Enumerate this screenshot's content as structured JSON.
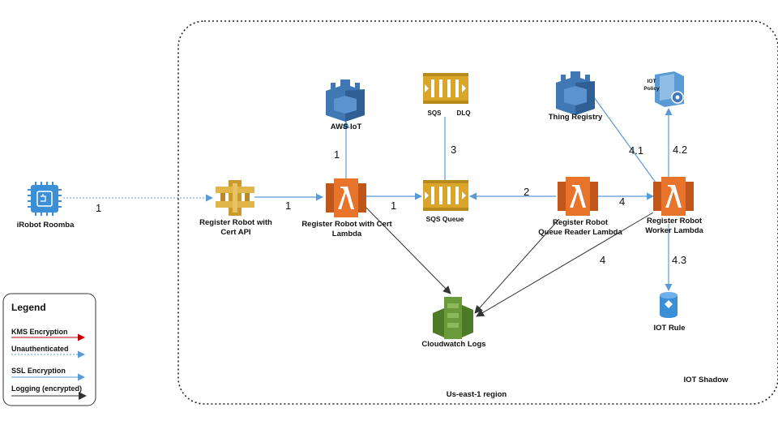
{
  "region": {
    "label": "Us-east-1 region",
    "shadow_label": "IOT Shadow"
  },
  "nodes": {
    "roomba": {
      "label": "iRobot Roomba",
      "icon": "chip-icon"
    },
    "api": {
      "label_line1": "Register Robot with",
      "label_line2": "Cert API",
      "icon": "api-gateway-icon"
    },
    "reg_lambda": {
      "label_line1": "Register Robot with Cert",
      "label_line2": "Lambda",
      "icon": "lambda-icon"
    },
    "aws_iot": {
      "label": "AWS IoT",
      "icon": "aws-iot-icon"
    },
    "sqs_top": {
      "label_left": "SQS",
      "label_right": "DLQ",
      "icon": "sqs-icon"
    },
    "sqs_queue": {
      "label": "SQS Queue",
      "icon": "sqs-icon"
    },
    "queue_reader": {
      "label_line1": "Register Robot",
      "label_line2": "Queue Reader Lambda",
      "icon": "lambda-icon"
    },
    "thing_registry": {
      "label": "Thing Registry",
      "icon": "thing-registry-icon"
    },
    "iot_policy": {
      "label_line1": "IOT",
      "label_line2": "Policy",
      "icon": "iot-policy-icon"
    },
    "worker": {
      "label_line1": "Register Robot",
      "label_line2": "Worker Lambda",
      "icon": "lambda-icon"
    },
    "iot_rule": {
      "label": "IOT Rule",
      "icon": "iot-rule-icon"
    },
    "cloudwatch": {
      "label": "Cloudwatch Logs",
      "icon": "cloudwatch-icon"
    }
  },
  "edge_labels": {
    "roomba_api": "1",
    "api_lambda": "1",
    "lambda_iot": "1",
    "lambda_sqs": "1",
    "sqs_dlq": "3",
    "reader_sqs": "2",
    "reader_worker": "4",
    "worker_registry": "4.1",
    "worker_policy": "4.2",
    "worker_rule": "4.3",
    "worker_logs": "4"
  },
  "legend": {
    "title": "Legend",
    "items": [
      {
        "label": "KMS Encryption",
        "color": "#c00000"
      },
      {
        "label": "Unauthenticated",
        "color": "#5b9bd5"
      },
      {
        "label": "SSL Encryption",
        "color": "#5b9bd5"
      },
      {
        "label": "Logging (encrypted)",
        "color": "#333333"
      }
    ]
  },
  "colors": {
    "lambda": "#e8732a",
    "sqs": "#d9a62a",
    "api": "#d4a73a",
    "iot": "#3f78b5",
    "cloudwatch": "#6b9a3a",
    "arrow_blue": "#5b9bd5",
    "arrow_dark": "#333333"
  }
}
